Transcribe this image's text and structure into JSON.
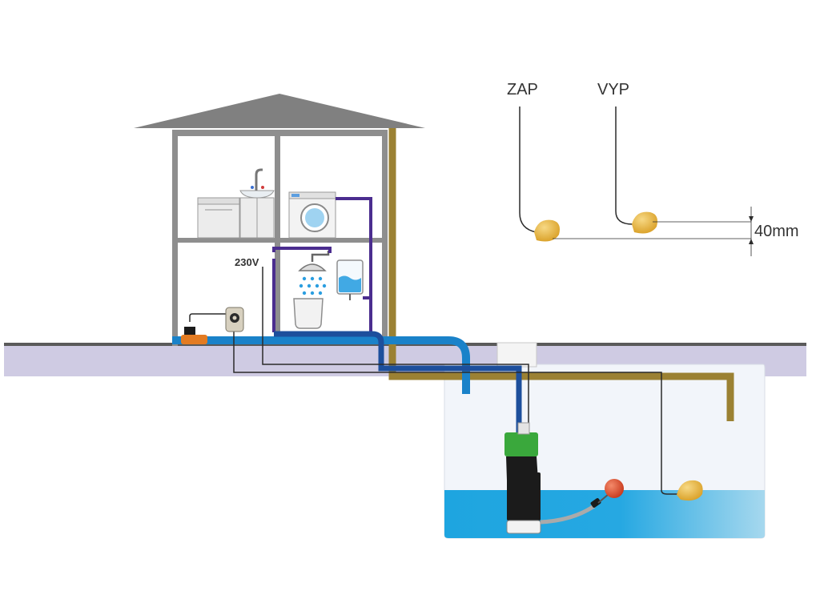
{
  "labels": {
    "on": "ZAP",
    "off": "VYP",
    "gap": "40mm",
    "voltage": "230V"
  },
  "colors": {
    "house_frame": "#8e8e8e",
    "roof": "#808080",
    "ground": "#cfcbe3",
    "ground_line": "#5a5a5a",
    "tank_fill": "#f2f5fa",
    "water_deep": "#1ea5e0",
    "water_light": "#a6d8ee",
    "pipe_blue": "#1a82c9",
    "pipe_navy": "#1d4f9c",
    "pipe_purple": "#4b2d8f",
    "vent_pipe": "#9b8133",
    "float_switch": "#e2b23c",
    "cable": "#2b2b2b",
    "pump_green": "#3aa83c",
    "pump_body": "#1b1b1b",
    "orange": "#e37b22"
  },
  "icons": [
    "sink-icon",
    "dishwasher-icon",
    "washing-machine-icon",
    "shower-icon",
    "bathtub-icon",
    "water-heater-icon",
    "controller-icon",
    "float-switch-icon",
    "submersible-pump-icon",
    "float-valve-icon"
  ]
}
